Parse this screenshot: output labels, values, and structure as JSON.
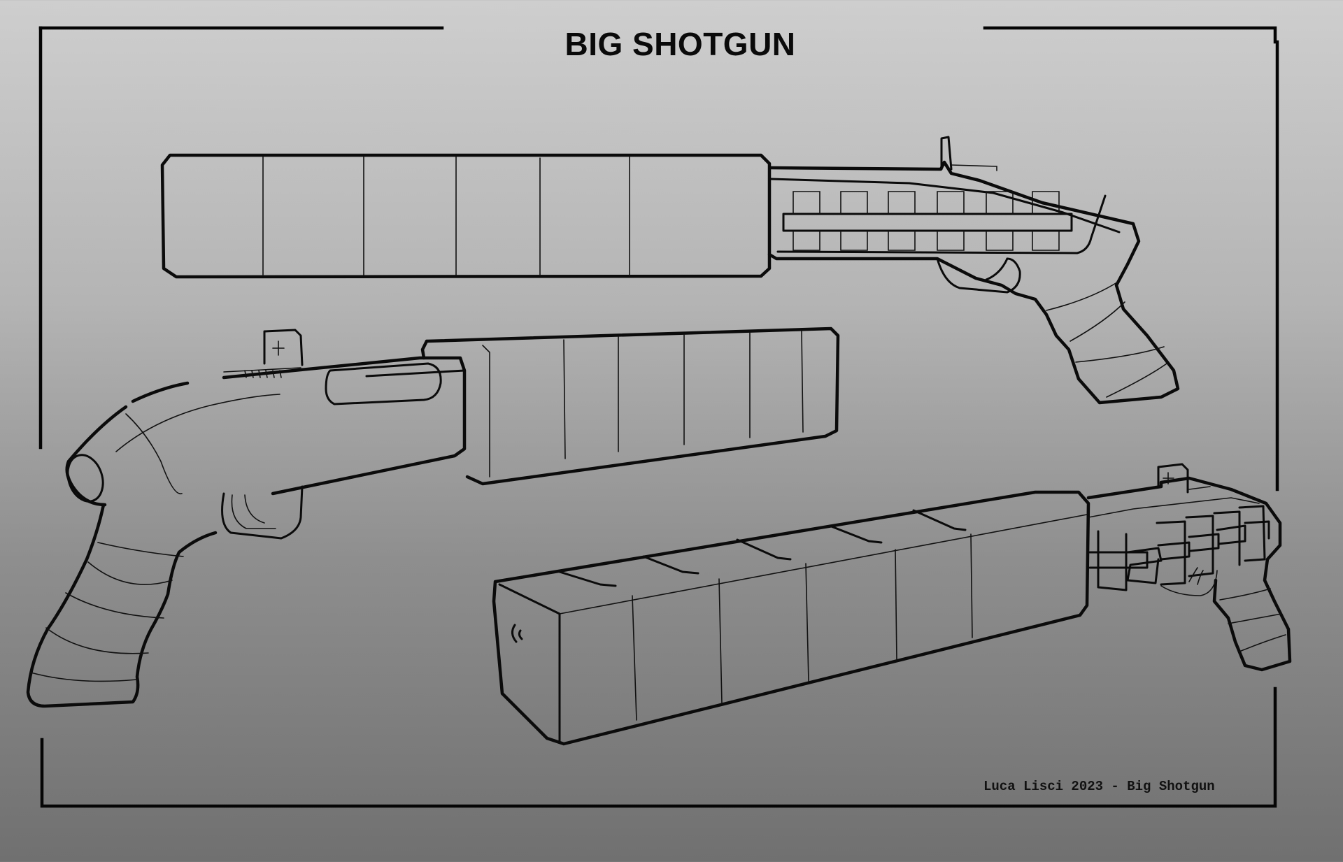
{
  "sheet": {
    "title": "BIG SHOTGUN",
    "signature": "Luca Lisci 2023 - Big Shotgun",
    "background_top": "#cecece",
    "background_bottom": "#707070",
    "line_color": "#0b0b0b"
  },
  "views": [
    {
      "name": "side-view",
      "description": "Side profile with long box barrel and 6-shell side saddle"
    },
    {
      "name": "three-quarter-left-view",
      "description": "Three-quarter view from left showing receiver, rear sight and pistol grip"
    },
    {
      "name": "three-quarter-right-view",
      "description": "Three-quarter view from front showing box muzzle and shell carrier"
    }
  ]
}
